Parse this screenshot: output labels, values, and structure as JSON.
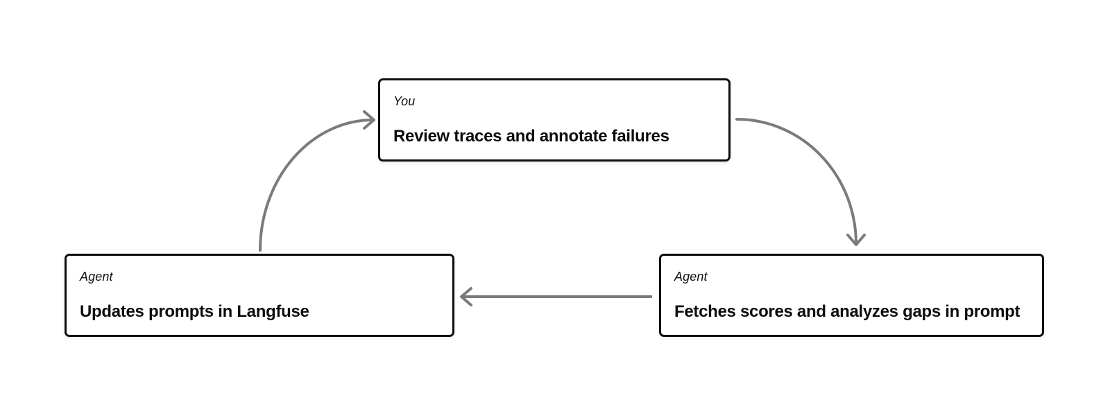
{
  "diagram": {
    "description": "Cyclic workflow diagram with three nodes connected by gray arrows",
    "colors": {
      "background": "#ffffff",
      "node_border": "#0d0d0d",
      "node_background": "#ffffff",
      "text": "#0d0d0d",
      "arrow": "#7b7b7b"
    },
    "nodes": {
      "top": {
        "role": "You",
        "title": "Review traces and annotate failures"
      },
      "bottom_right": {
        "role": "Agent",
        "title": "Fetches scores and analyzes gaps in prompt"
      },
      "bottom_left": {
        "role": "Agent",
        "title": "Updates prompts in Langfuse"
      }
    },
    "edges": [
      {
        "from": "top",
        "to": "bottom_right",
        "style": "curved"
      },
      {
        "from": "bottom_right",
        "to": "bottom_left",
        "style": "straight"
      },
      {
        "from": "bottom_left",
        "to": "top",
        "style": "curved"
      }
    ]
  }
}
